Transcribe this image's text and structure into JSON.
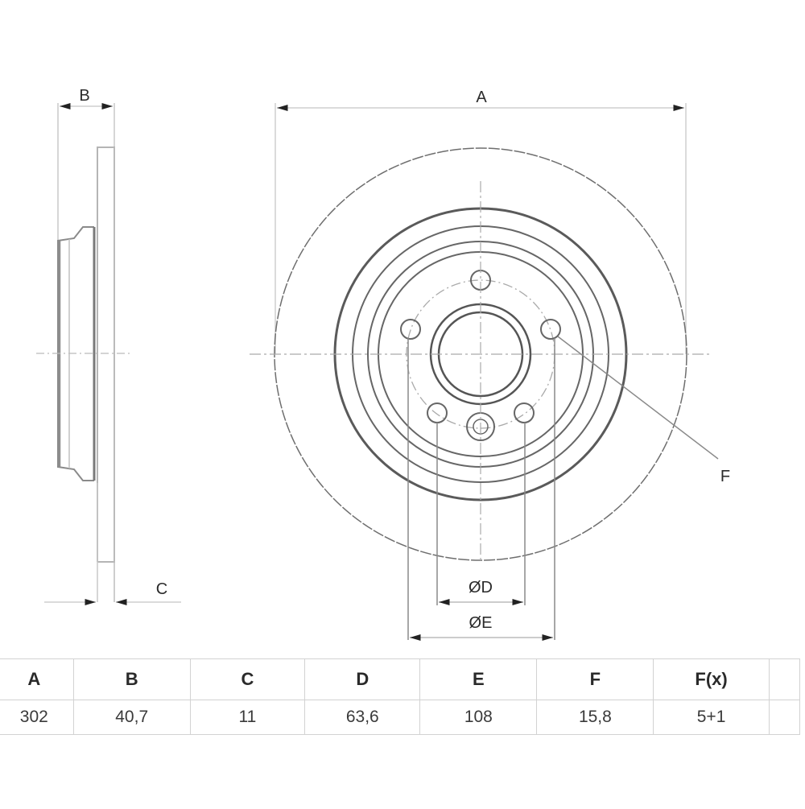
{
  "drawing": {
    "title": "Brake disc technical drawing",
    "side_view": {
      "dimension_labels": {
        "B": "B",
        "C": "C"
      }
    },
    "front_view": {
      "dimension_labels": {
        "A": "A",
        "F": "F",
        "D": "ØD",
        "E": "ØE"
      },
      "bolt_holes": 5,
      "center_hole": 1
    },
    "line_color": "#555555",
    "dim_line_color": "#9a9a9a"
  },
  "spec_table": {
    "headers": [
      "A",
      "B",
      "C",
      "D",
      "E",
      "F",
      "F(x)"
    ],
    "values": [
      "302",
      "40,7",
      "11",
      "63,6",
      "108",
      "15,8",
      "5+1"
    ]
  }
}
